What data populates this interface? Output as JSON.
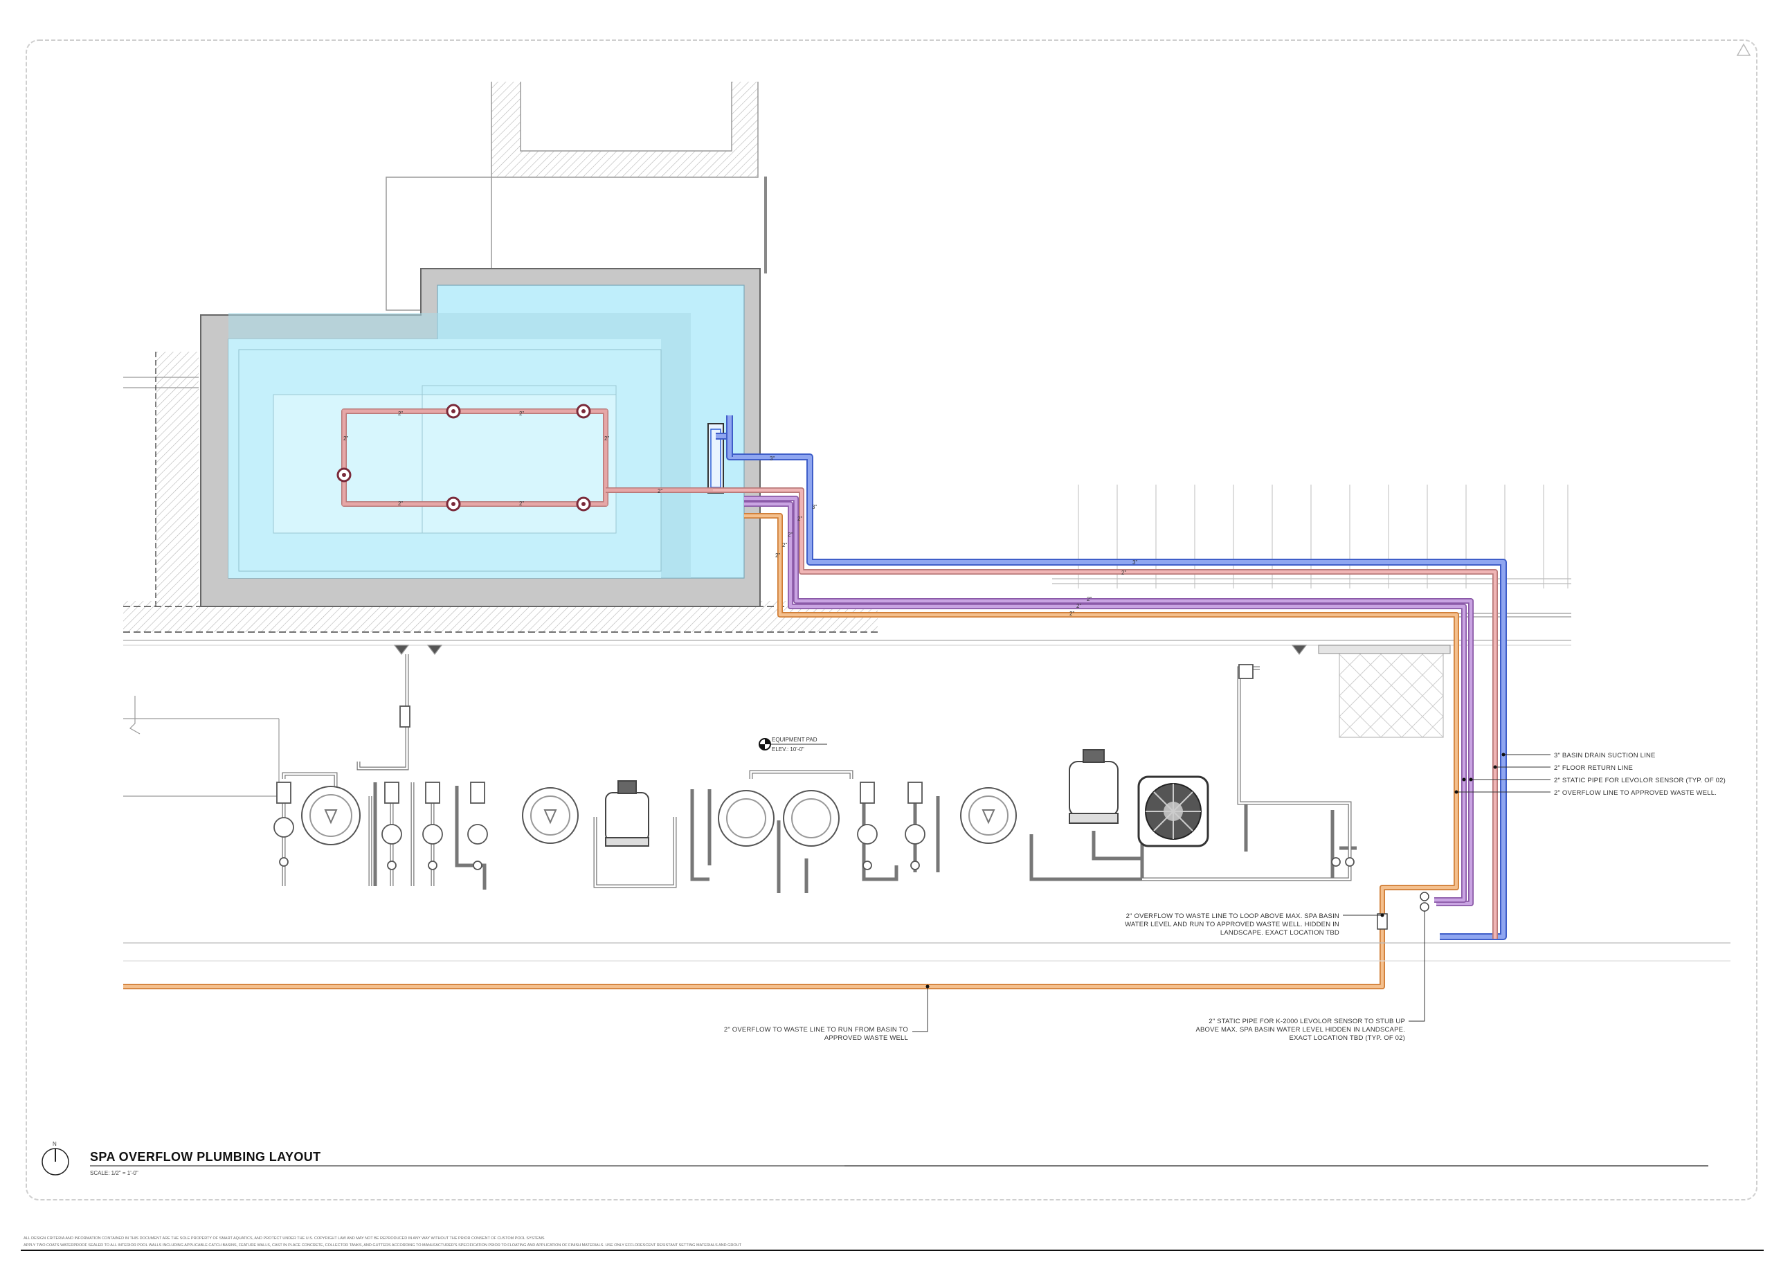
{
  "title": "SPA OVERFLOW PLUMBING LAYOUT",
  "scale": "SCALE: 1/2\" = 1'-0\"",
  "north_label": "N",
  "equipment_pad": {
    "label": "EQUIPMENT PAD",
    "elevation": "ELEV.: 10'-0\""
  },
  "pipe_sizes": {
    "two_inch": "2\"",
    "three_inch": "3\""
  },
  "legend": [
    "3\" BASIN DRAIN SUCTION LINE",
    "2\" FLOOR RETURN LINE",
    "2\" STATIC PIPE FOR LEVOLOR SENSOR (TYP. OF 02)",
    "2\" OVERFLOW LINE TO APPROVED WASTE WELL."
  ],
  "callouts": {
    "overflow_loop": [
      "2\" OVERFLOW TO WASTE LINE TO LOOP ABOVE MAX. SPA BASIN",
      "WATER LEVEL AND RUN TO APPROVED WASTE WELL. HIDDEN IN",
      "LANDSCAPE. EXACT LOCATION TBD"
    ],
    "static_pipe": [
      "2\" STATIC PIPE FOR K-2000 LEVOLOR SENSOR TO STUB UP",
      "ABOVE MAX. SPA BASIN WATER LEVEL HIDDEN IN LANDSCAPE.",
      "EXACT LOCATION TBD (TYP. OF 02)"
    ],
    "overflow_run": [
      "2\" OVERFLOW TO WASTE LINE TO RUN FROM BASIN TO",
      "APPROVED WASTE WELL"
    ]
  },
  "legal": [
    "ALL DESIGN CRITERIA AND INFORMATION CONTAINED IN THIS DOCUMENT ARE THE SOLE PROPERTY OF SMART AQUATICS, AND PROTECT UNDER THE U.S. COPYRIGHT LAW AND MAY NOT BE REPRODUCED IN ANY WAY WITHOUT THE PRIOR CONSENT OF CUSTOM POOL SYSTEMS",
    "APPLY TWO COATS WATERPROOF SEALER TO ALL INTERIOR POOL WALLS INCLUDING APPLICABLE CATCH BASINS, FEATURE WALLS, CAST IN PLACE CONCRETE, COLLECTOR TANKS, AND GUTTERS ACCORDING TO MANUFACTURER'S SPECIFICATION PRIOR TO FLOATING AND APPLICATION OF FINISH MATERIALS. USE ONLY EFFLORESCENT RESISTANT SETTING MATERIALS AND GROUT"
  ],
  "colors": {
    "suction": "#5b7de0",
    "return": "#d88b8b",
    "static": "#a77cc4",
    "overflow": "#e8a05a",
    "water": "#bfeefb",
    "wall": "#c8c8c8"
  }
}
